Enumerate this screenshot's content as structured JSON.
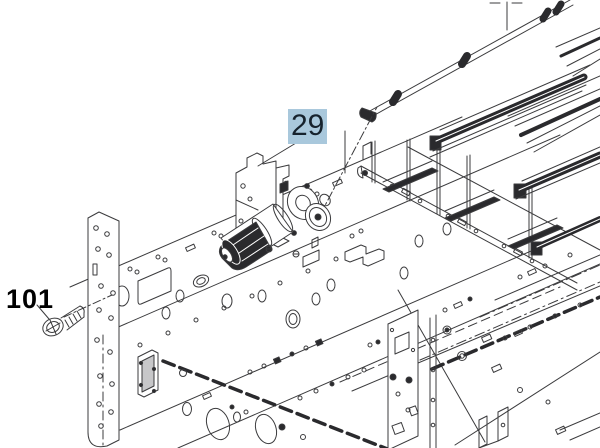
{
  "diagram": {
    "background_color": "#ffffff",
    "line_color": "#3b3b3d",
    "dark_fill_color": "#2a2a2d",
    "callouts": [
      {
        "label": "29",
        "selected": true,
        "highlight_color": "#a9c8dc",
        "text_color": "#16222d",
        "target": "motor-assembly"
      },
      {
        "label": "101",
        "selected": false,
        "highlight_color": null,
        "text_color": "#000000",
        "target": "mounting-screw"
      }
    ],
    "components": [
      "motor-assembly",
      "mounting-screw",
      "drive-shaft",
      "main-frame",
      "side-plate",
      "upper-rail-frame"
    ]
  }
}
